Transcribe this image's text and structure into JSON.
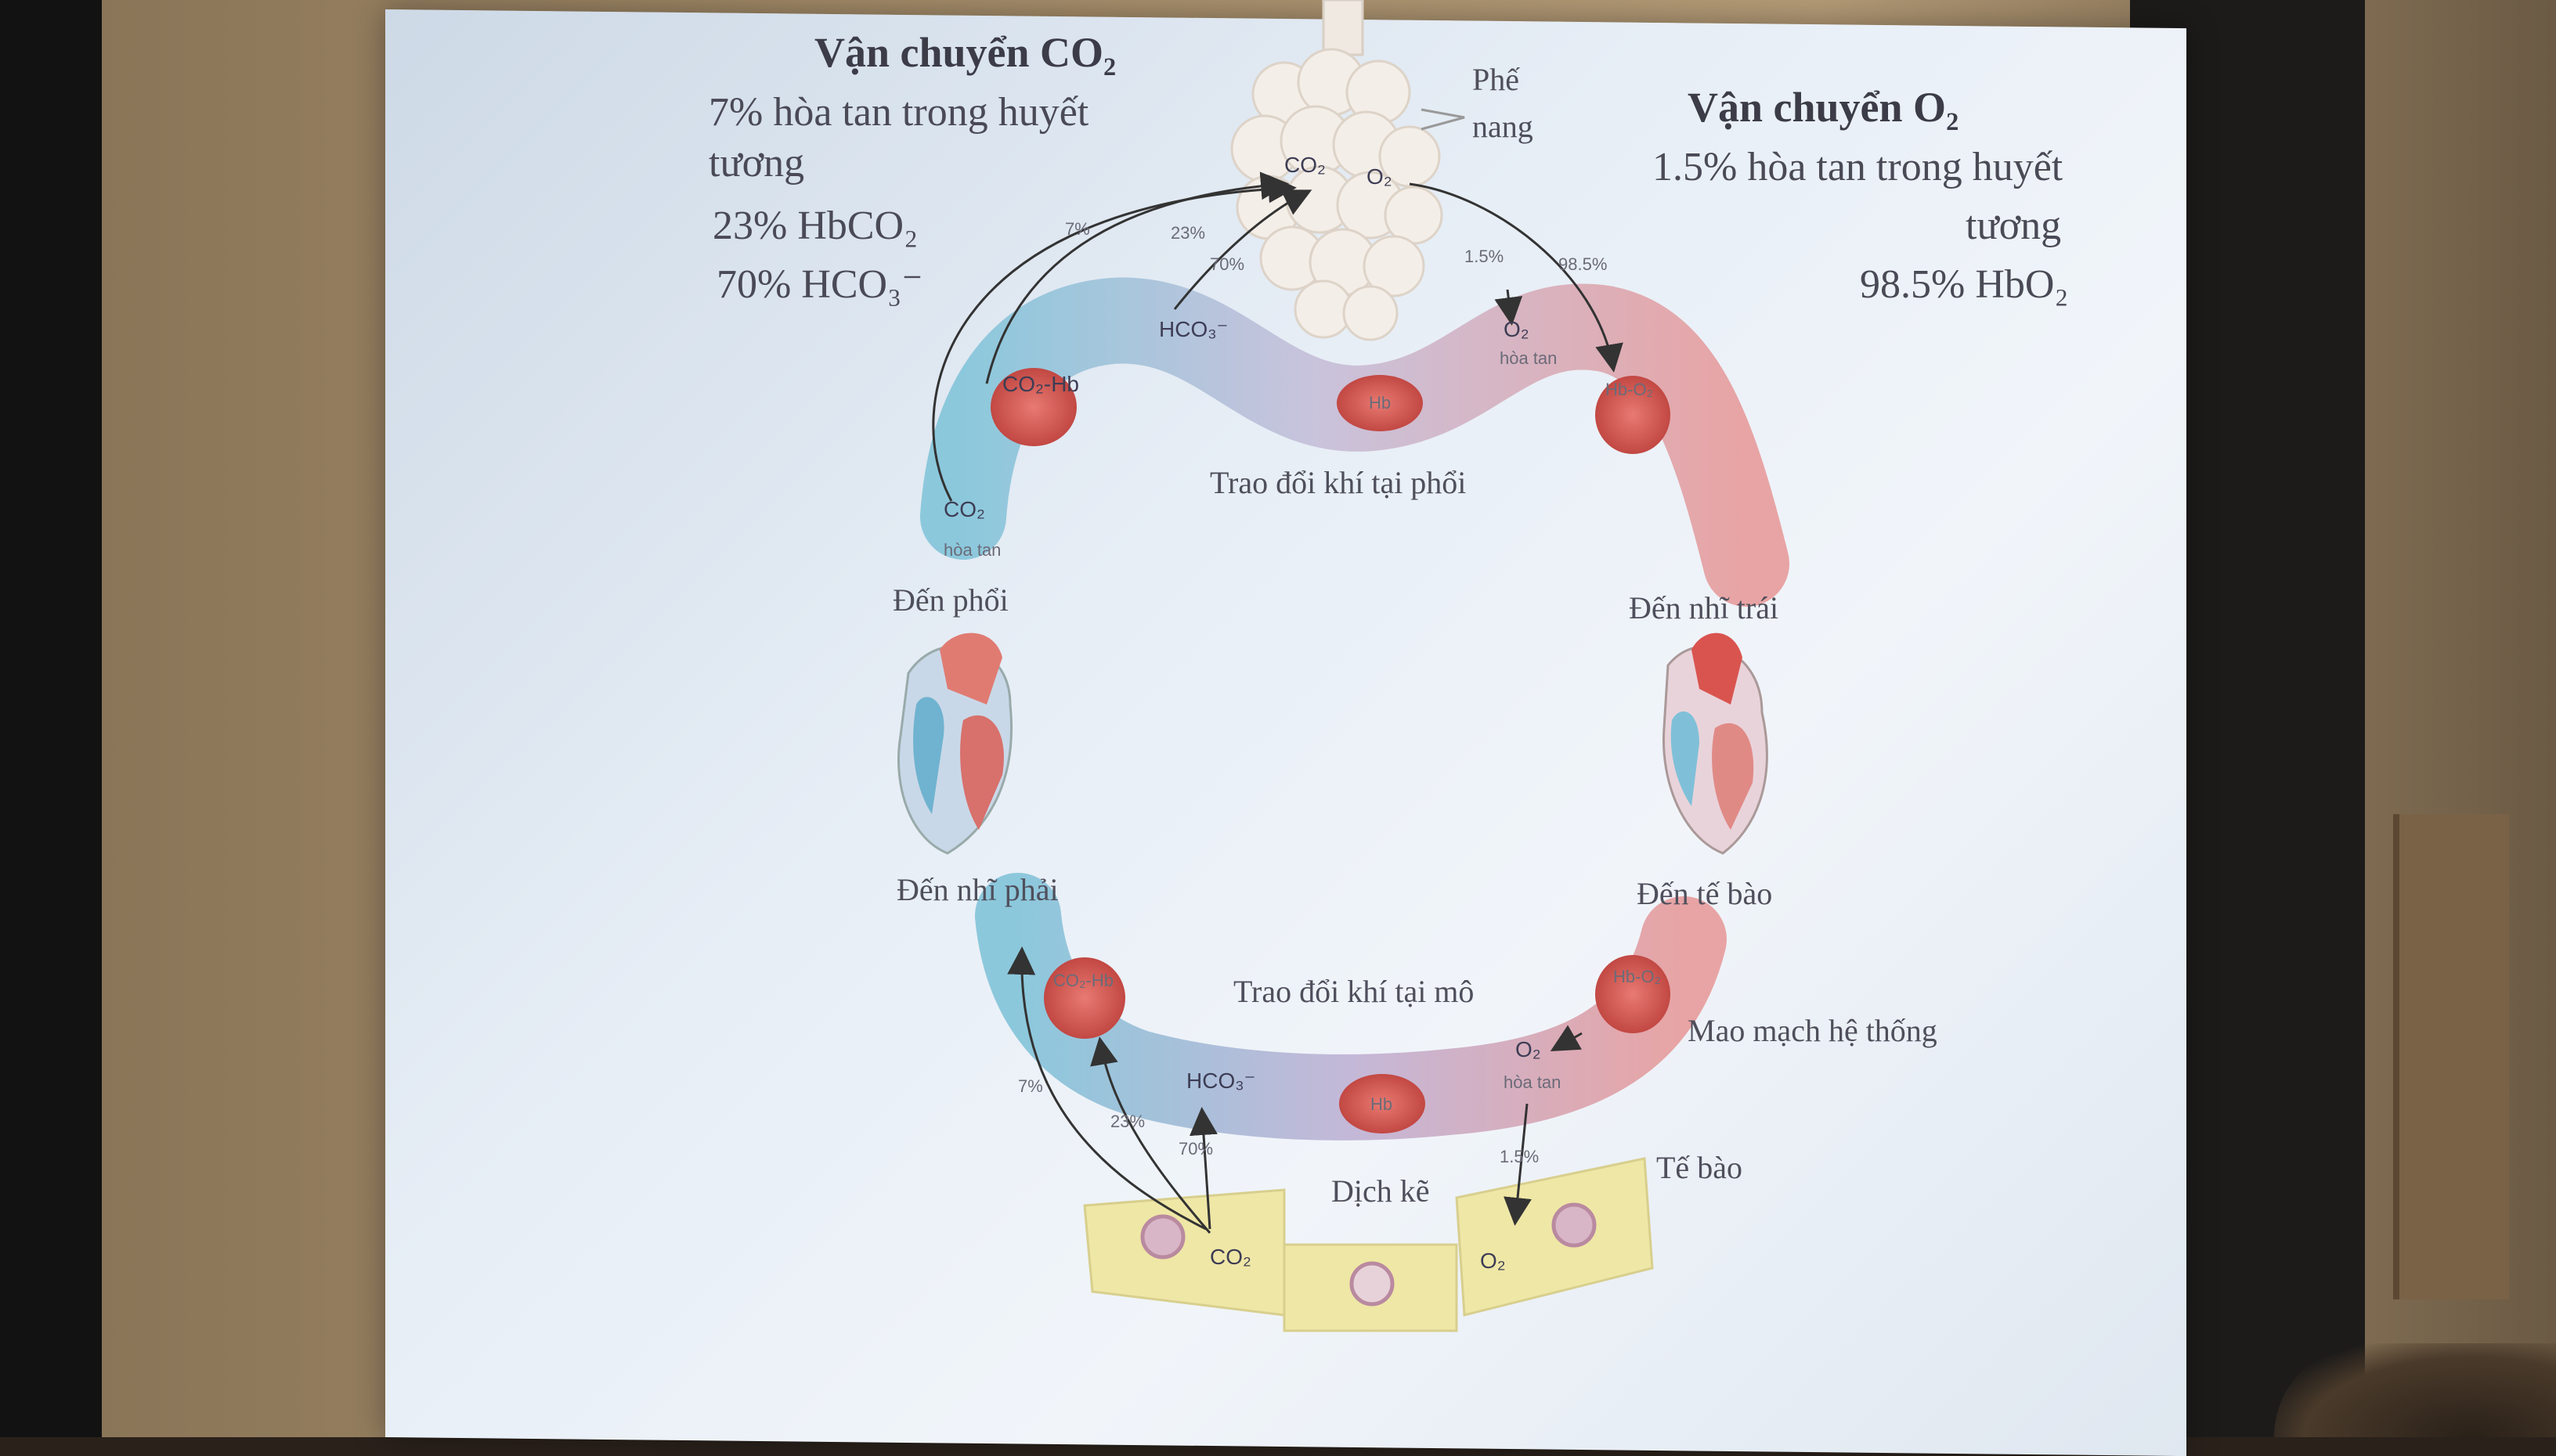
{
  "co2_transport": {
    "title": "Vận chuyển CO₂",
    "plasma": "7% hòa tan trong huyết",
    "plasma_cont": "tương",
    "hbco2": "23% HbCO₂",
    "hco3": "70% HCO₃⁻"
  },
  "o2_transport": {
    "title": "Vận chuyển O₂",
    "plasma": "1.5% hòa tan trong huyết",
    "plasma_cont": "tương",
    "hbo2": "98.5% HbO₂"
  },
  "labels": {
    "alveoli_1": "Phế",
    "alveoli_2": "nang",
    "lung_exchange": "Trao đổi khí tại phổi",
    "to_lung": "Đến phổi",
    "to_left_atrium": "Đến nhĩ trái",
    "to_right_atrium": "Đến nhĩ phải",
    "to_cells": "Đến tế bào",
    "tissue_exchange": "Trao đổi khí tại mô",
    "systemic_capillary": "Mao mạch hệ thống",
    "interstitial": "Dịch kẽ",
    "cells": "Tế bào"
  },
  "chem": {
    "co2": "CO₂",
    "o2": "O₂",
    "hco3": "HCO₃⁻",
    "hb": "Hb",
    "dissolved": "hòa tan",
    "hbco2": "CO₂-Hb",
    "hbo2": "Hb-O₂"
  },
  "percents": {
    "p7": "7%",
    "p23": "23%",
    "p70": "70%",
    "p1_5": "1.5%",
    "p98_5": "98.5%"
  },
  "colors": {
    "venous": "#8cc8dc",
    "arterial": "#e8a4a4",
    "rbc": "#d9544f",
    "cell": "#efe7a6",
    "alveoli": "#f3ede6"
  }
}
